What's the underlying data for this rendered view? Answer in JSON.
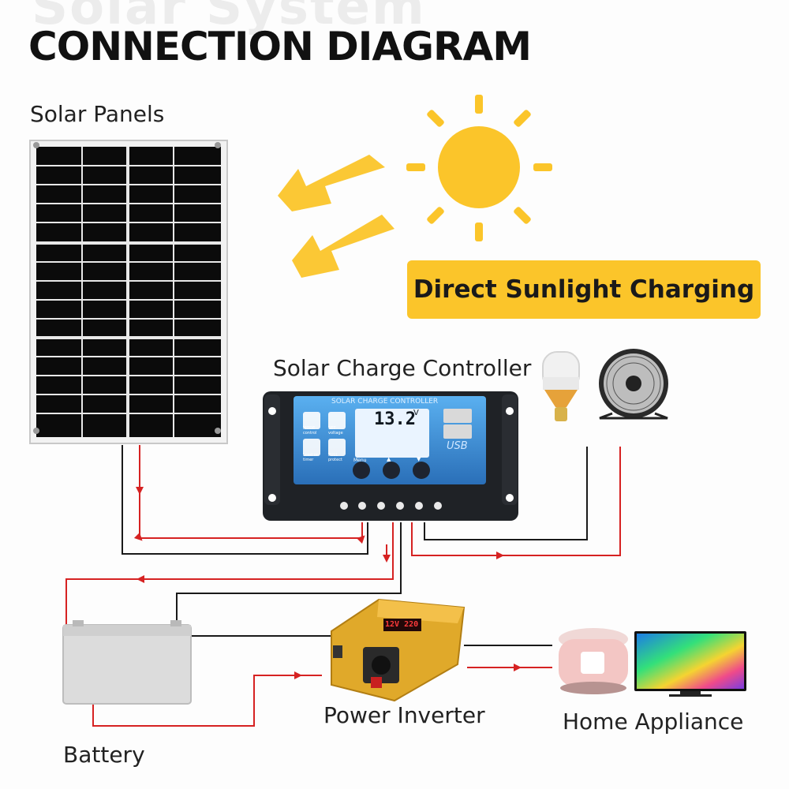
{
  "header": {
    "ghost_text": "Solar System",
    "title": "CONNECTION DIAGRAM"
  },
  "banner": {
    "text": "Direct Sunlight Charging"
  },
  "components": {
    "solar_panels": "Solar Panels",
    "controller": "Solar Charge Controller",
    "battery": "Battery",
    "inverter": "Power Inverter",
    "appliance": "Home Appliance"
  },
  "controller_screen": {
    "header_text": "SOLAR CHARGE CONTROLLER",
    "voltage": "13.2",
    "unit": "V",
    "usb": "USB",
    "left_keys": [
      "MODE control",
      "SET voltage",
      "Load on timer",
      "FULL protect"
    ],
    "button_labels": [
      "Menu",
      "▲",
      "▼"
    ]
  },
  "inverter_display": "12V 220",
  "colors": {
    "positive_wire": "#d62222",
    "negative_wire": "#1a1a1a",
    "sun": "#fbc52a",
    "banner": "#fbc52a",
    "controller_screen": "#3a8fd6",
    "inverter_body": "#e0a92a"
  },
  "icons": {
    "sun": "sun-icon",
    "light_arrows": "sunlight-arrow-icon",
    "bulb": "led-bulb-icon",
    "fan": "fan-icon",
    "rice_cooker": "rice-cooker-icon",
    "tv": "tv-icon"
  }
}
